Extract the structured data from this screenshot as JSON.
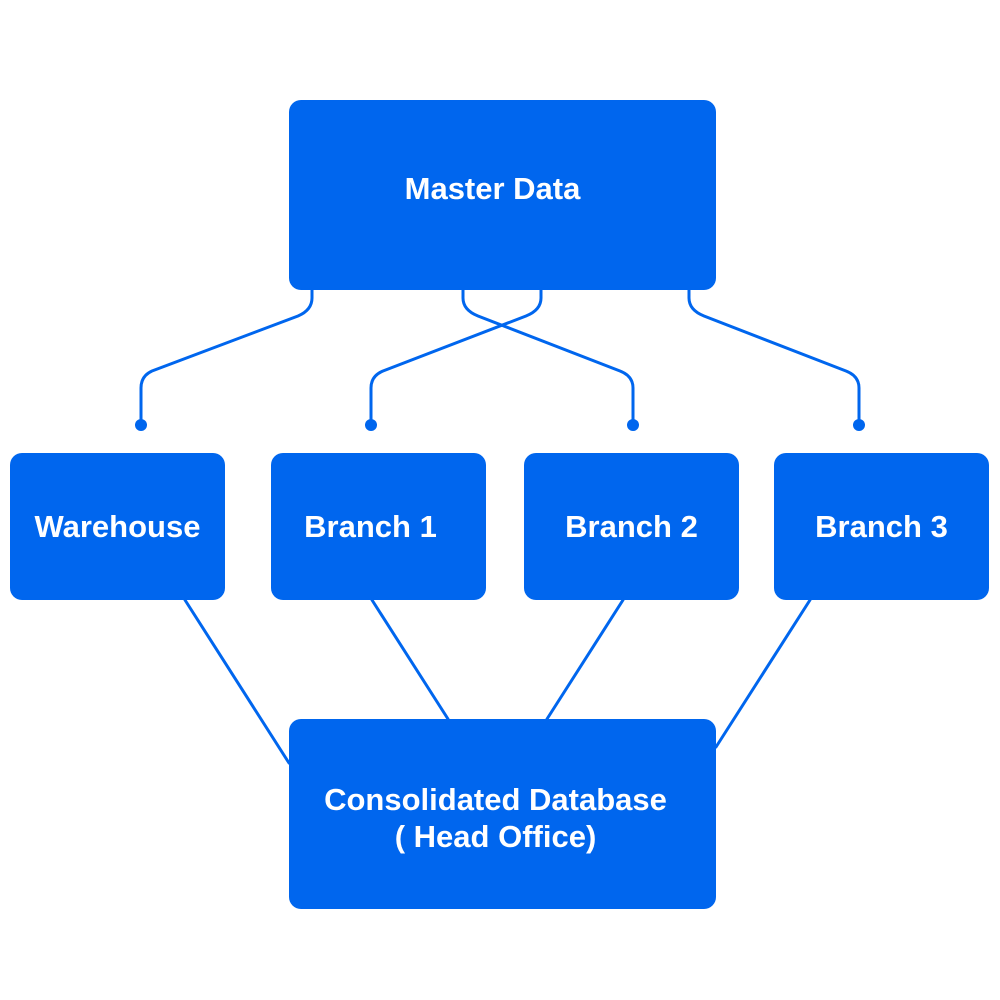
{
  "diagram": {
    "top_node": {
      "label": "Master Data"
    },
    "middle_nodes": [
      {
        "label": "Warehouse"
      },
      {
        "label": "Branch 1"
      },
      {
        "label": "Branch 2"
      },
      {
        "label": "Branch 3"
      }
    ],
    "bottom_node": {
      "line1": "Consolidated Database",
      "line2": "( Head Office)"
    },
    "colors": {
      "node_fill": "#0066ee",
      "node_text": "#ffffff",
      "connector": "#0066ee"
    }
  }
}
